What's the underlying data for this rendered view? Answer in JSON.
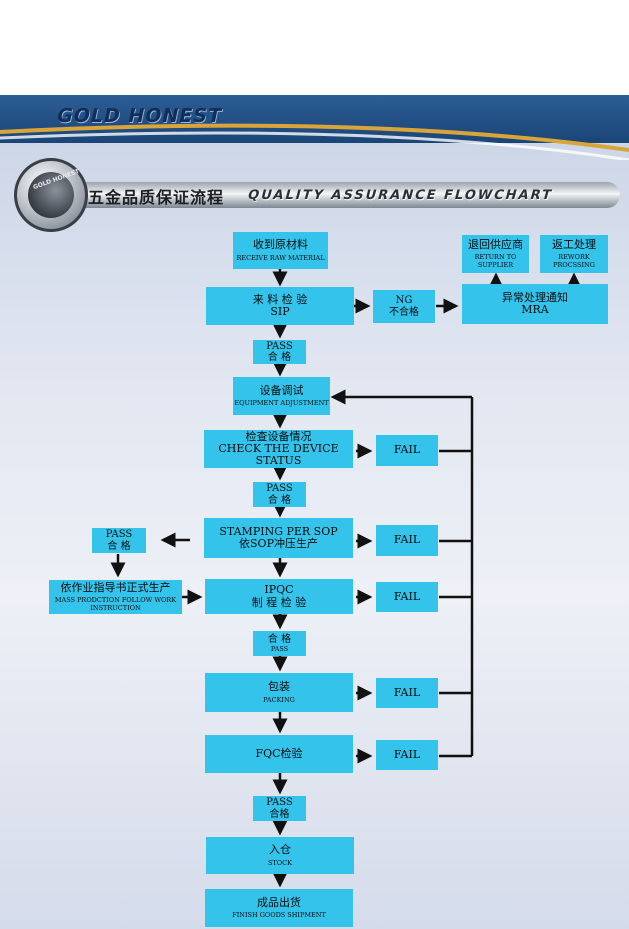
{
  "header": {
    "brand": "GOLD HONEST",
    "logo_text": "GOLD HONEST",
    "title_cn": "五金品质保证流程",
    "title_en": "QUALITY ASSURANCE FLOWCHART"
  },
  "flow": {
    "receive": {
      "cn": "收到原材料",
      "en": "RECEIVE RAW MATERIAL"
    },
    "sip": {
      "cn": "来 料 检 验",
      "en": "SIP"
    },
    "ng": {
      "line1": "NG",
      "line2": "不合格"
    },
    "mra": {
      "cn": "异常处理通知",
      "en": "MRA"
    },
    "return_supplier": {
      "cn": "退回供应商",
      "en": "RETURN TO SUPPLIER"
    },
    "rework": {
      "cn": "返工处理",
      "en": "REWORK PROCSSING"
    },
    "pass1": {
      "line1": "PASS",
      "line2": "合 格"
    },
    "equip": {
      "cn": "设备调试",
      "en": "EQUIPMENT ADJUSTMENT"
    },
    "check_device": {
      "cn": "检查设备情况",
      "en": "CHECK THE DEVICE STATUS"
    },
    "fail1": "FAIL",
    "pass2": {
      "line1": "PASS",
      "line2": "合 格"
    },
    "stamping": {
      "en": "STAMPING PER SOP",
      "cn": "依SOP冲压生产"
    },
    "fail2": "FAIL",
    "pass_side": {
      "line1": "PASS",
      "line2": "合 格"
    },
    "mass_prod": {
      "cn": "依作业指导书正式生产",
      "en": "MASS PRODCTION FOLLOW WORK INSTRUCTION"
    },
    "ipqc": {
      "en": "IPQC",
      "cn": "制 程 检 验"
    },
    "fail3": "FAIL",
    "pass3": {
      "line1": "合 格",
      "line2": "PASS"
    },
    "packing": {
      "cn": "包装",
      "en": "PACKING"
    },
    "fail4": "FAIL",
    "fqc": {
      "cn": "FQC检验"
    },
    "fail5": "FAIL",
    "pass4": {
      "line1": "PASS",
      "line2": "合格"
    },
    "stock": {
      "cn": "入仓",
      "en": "STOCK"
    },
    "shipment": {
      "cn": "成品出货",
      "en": "FINISH GOODS SHIPMENT"
    }
  },
  "colors": {
    "box": "#33c3eb",
    "header": "#1f4b80",
    "accent": "#d9a53a"
  }
}
